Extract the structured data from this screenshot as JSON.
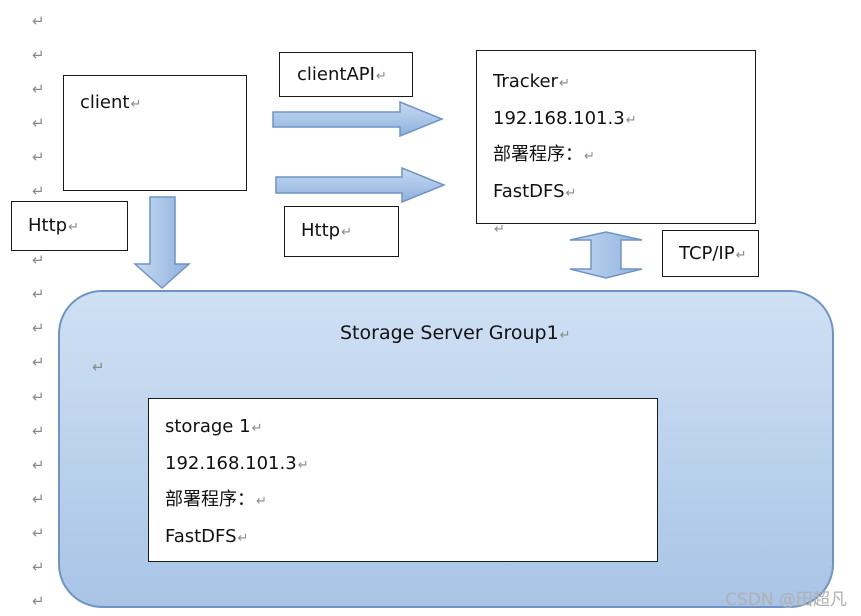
{
  "return_mark": "↵",
  "client_box": {
    "label": "client"
  },
  "client_api_label": "clientAPI",
  "http_label_left": "Http",
  "http_label_mid": "Http",
  "tracker_box": {
    "lines": [
      "Tracker",
      "192.168.101.3",
      "部署程序：",
      "FastDFS"
    ]
  },
  "tcpip_label": "TCP/IP",
  "storage_group": {
    "title": "Storage Server Group1"
  },
  "storage_box": {
    "lines": [
      "storage 1",
      "192.168.101.3",
      "部署程序：",
      "FastDFS"
    ]
  },
  "watermark": "CSDN @田超凡",
  "colors": {
    "arrow_fill": "#9dbbe2",
    "arrow_stroke": "#6f94c4",
    "group_fill": "#bcd3ee",
    "group_stroke": "#6f94c4"
  }
}
